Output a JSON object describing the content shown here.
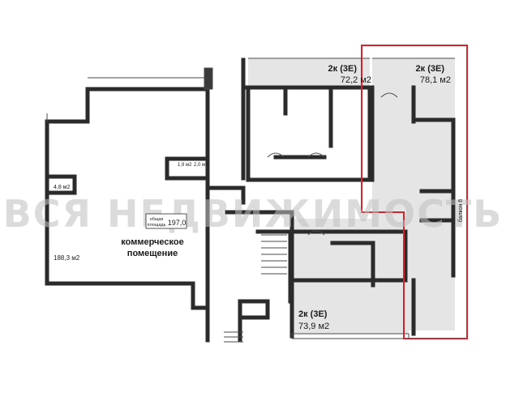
{
  "watermark": "ВСЯ НЕДВИЖИМОСТЬ",
  "highlight_color": "#d0262f",
  "apartments": [
    {
      "id": "apt-a",
      "type": "2к (3Е)",
      "area": "72,2 м2"
    },
    {
      "id": "apt-b",
      "type": "2к (3Е)",
      "area": "78,1 м2"
    },
    {
      "id": "apt-c",
      "type": "2к (3Е)",
      "area": "73,9 м2"
    }
  ],
  "commercial": {
    "title_line1": "коммерческое",
    "title_line2": "помещение",
    "total_caption_line1": "общая",
    "total_caption_line2": "площадь",
    "total_area": "197,0",
    "main_area": "188,3 м2",
    "small_room_1": "4,8 м2",
    "small_room_2": "1,9 м2",
    "small_room_3": "2,0 м2"
  },
  "axis_label": "балкон 6"
}
